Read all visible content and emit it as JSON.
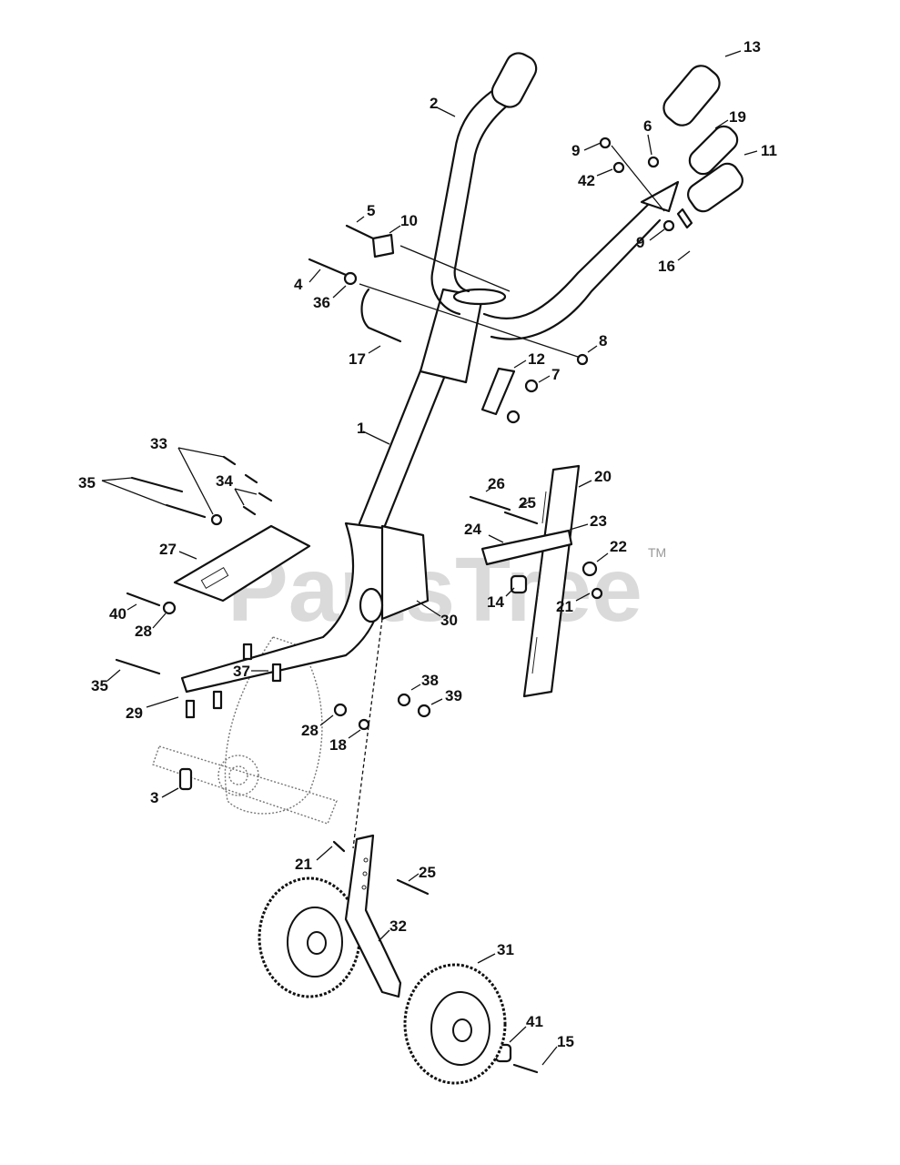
{
  "watermark": {
    "text": "PartsTree",
    "trademark": "TM"
  },
  "callouts": {
    "c1": "1",
    "c2": "2",
    "c3": "3",
    "c4": "4",
    "c5": "5",
    "c6": "6",
    "c7": "7",
    "c8": "8",
    "c9a": "9",
    "c9b": "9",
    "c10": "10",
    "c11": "11",
    "c12": "12",
    "c13": "13",
    "c14": "14",
    "c15": "15",
    "c16": "16",
    "c17": "17",
    "c18": "18",
    "c19": "19",
    "c20": "20",
    "c21a": "21",
    "c21b": "21",
    "c22": "22",
    "c23": "23",
    "c24": "24",
    "c25a": "25",
    "c25b": "25",
    "c26": "26",
    "c27": "27",
    "c28a": "28",
    "c28b": "28",
    "c29": "29",
    "c30": "30",
    "c31": "31",
    "c32": "32",
    "c33": "33",
    "c34": "34",
    "c35a": "35",
    "c35b": "35",
    "c36": "36",
    "c37": "37",
    "c38": "38",
    "c39": "39",
    "c40": "40",
    "c41": "41",
    "c42": "42"
  }
}
